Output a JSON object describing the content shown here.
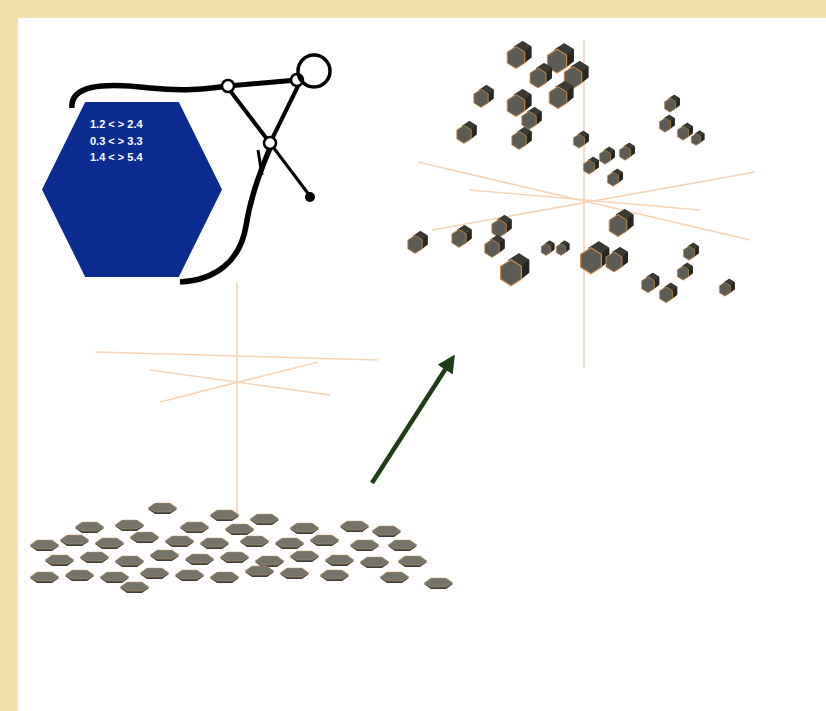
{
  "diagram": {
    "nodes": [
      {
        "text": [
          "1.2 < > 2.4",
          "0.3 < > 3.3",
          "1.4 < > 5.4"
        ]
      }
    ]
  }
}
